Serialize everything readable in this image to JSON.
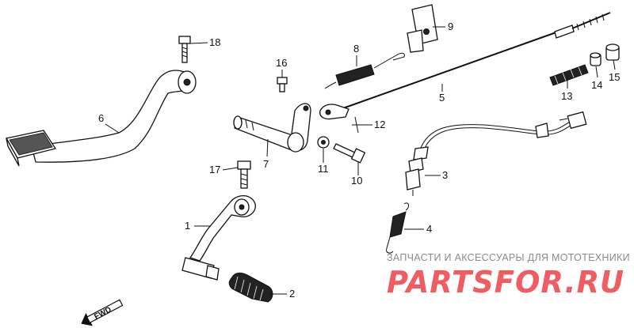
{
  "callouts": {
    "c1": "1",
    "c2": "2",
    "c3": "3",
    "c4": "4",
    "c5": "5",
    "c6": "6",
    "c7": "7",
    "c8": "8",
    "c9": "9",
    "c10": "10",
    "c11": "11",
    "c12": "12",
    "c13": "13",
    "c14": "14",
    "c15": "15",
    "c16": "16",
    "c17": "17",
    "c18": "18"
  },
  "direction_label": "FWD",
  "watermark": {
    "tagline": "ЗАПЧАСТИ И АКСЕССУАРЫ ДЛЯ МОТОТЕХНИКИ",
    "brand": "PARTSFOR.RU"
  },
  "colors": {
    "watermark_brand": "#ef5c62",
    "watermark_tagline": "#8a8a8a",
    "lines": "#111111"
  }
}
